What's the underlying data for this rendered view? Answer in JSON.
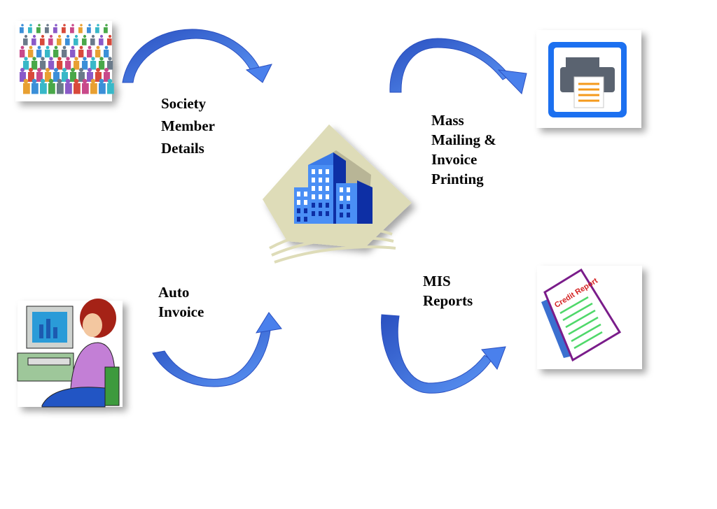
{
  "labels": {
    "society": [
      "Society",
      "Member",
      "Details"
    ],
    "mailing": [
      "Mass",
      "Mailing &",
      "Invoice",
      "Printing"
    ],
    "auto_invoice": [
      "Auto",
      "Invoice"
    ],
    "mis": [
      "MIS",
      "Reports"
    ]
  },
  "images": {
    "crowd": "people-crowd-icon",
    "printer": "printer-icon",
    "building": "office-building-icon",
    "user": "woman-at-computer-icon",
    "report": "credit-report-document-icon",
    "report_caption": "Credit Report"
  },
  "colors": {
    "arrow": "#3a6fe0",
    "arrow_dark": "#2244aa",
    "building": "#3d7ff0"
  }
}
